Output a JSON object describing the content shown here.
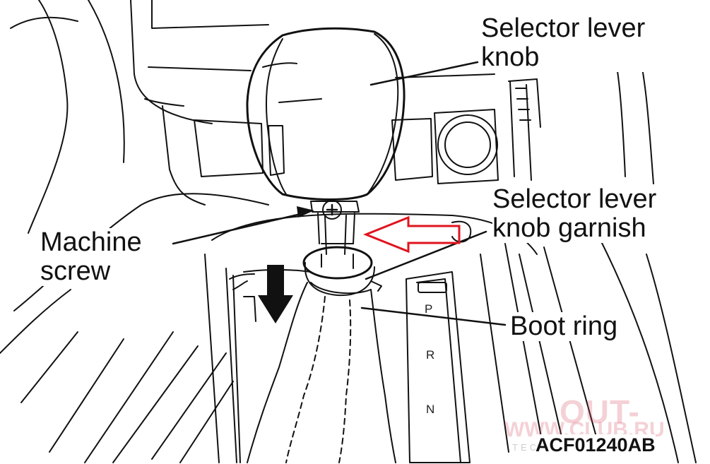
{
  "labels": {
    "selector_lever_knob": [
      "Selector lever",
      "knob"
    ],
    "selector_lever_knob_garnish": [
      "Selector lever",
      "knob garnish"
    ],
    "machine_screw": [
      "Machine",
      "screw"
    ],
    "boot_ring": "Boot ring"
  },
  "gate_positions": [
    "P",
    "R",
    "N"
  ],
  "figure_code": "ACF01240AB",
  "watermark": {
    "line1": "OUT-",
    "line2": "WWW.CLUB.RU",
    "line3": "TECHNICAL CLUB"
  },
  "colors": {
    "line": "#111111",
    "highlight_arrow": "#e0141e",
    "watermark": "#d2465a"
  }
}
